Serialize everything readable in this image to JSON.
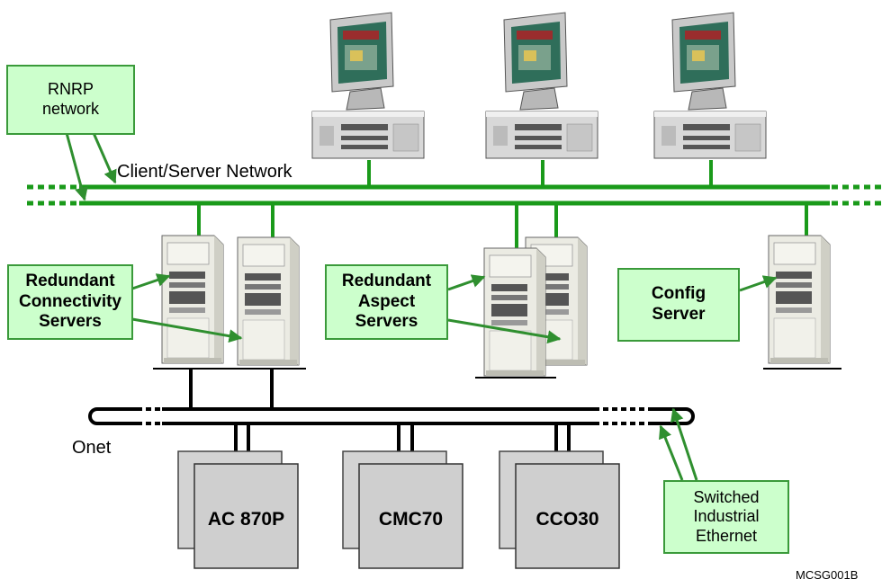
{
  "labels": {
    "rnrp": "RNRP\nnetwork",
    "client_server_network": "Client/Server Network",
    "redundant_connectivity": "Redundant\nConnectivity\nServers",
    "redundant_aspect": "Redundant\nAspect\nServers",
    "config_server": "Config\nServer",
    "onet": "Onet",
    "switched_ethernet": "Switched\nIndustrial\nEthernet",
    "figure_id": "MCSG001B"
  },
  "controllers": [
    "AC 870P",
    "CMC70",
    "CCO30"
  ],
  "colors": {
    "network_green": "#1a9a1a",
    "arrow_green": "#2f8f2f",
    "callout_fill": "#ccffcc",
    "controller_fill": "#cfcfcf",
    "onet_black": "#000000"
  }
}
